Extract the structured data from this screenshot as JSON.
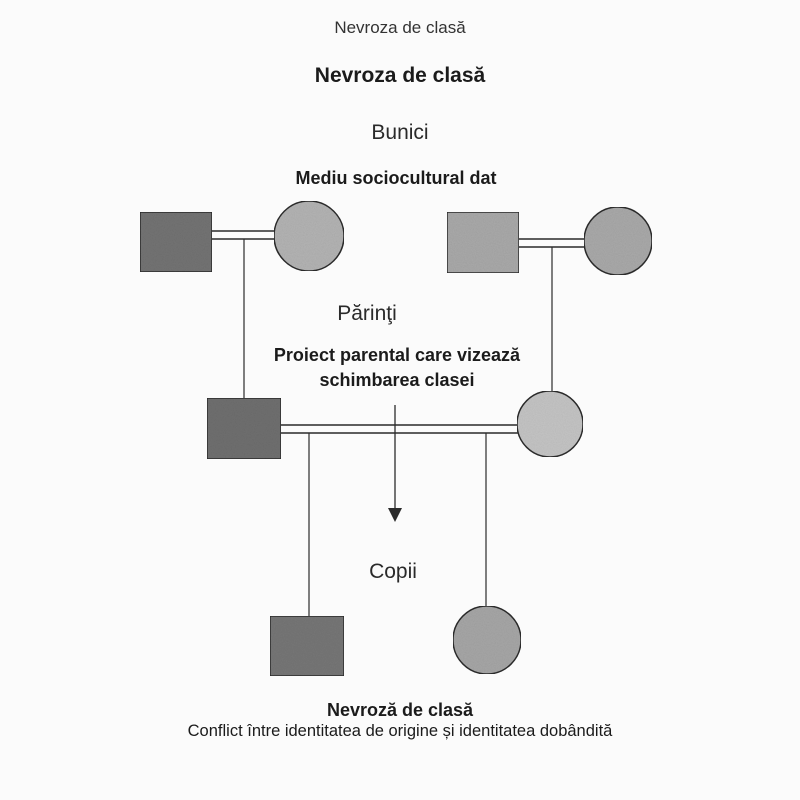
{
  "header": {
    "running_head": "Nevroza de clasă",
    "title": "Nevroza de clasă"
  },
  "generations": {
    "grandparents": {
      "label": "Bunici",
      "description": "Mediu sociocultural dat"
    },
    "parents": {
      "label": "Părinţi",
      "description_line1": "Proiect parental care vizează",
      "description_line2": "schimbarea clasei"
    },
    "children": {
      "label": "Copii"
    }
  },
  "footer": {
    "title": "Nevroză de clasă",
    "description": "Conflict între identitatea de origine și identitatea dobândită"
  },
  "colors": {
    "male_fill_dark": "#737373",
    "male_fill_light": "#a9a9a9",
    "female_fill": "#b3b3b3",
    "line": "#2b2b2b"
  }
}
